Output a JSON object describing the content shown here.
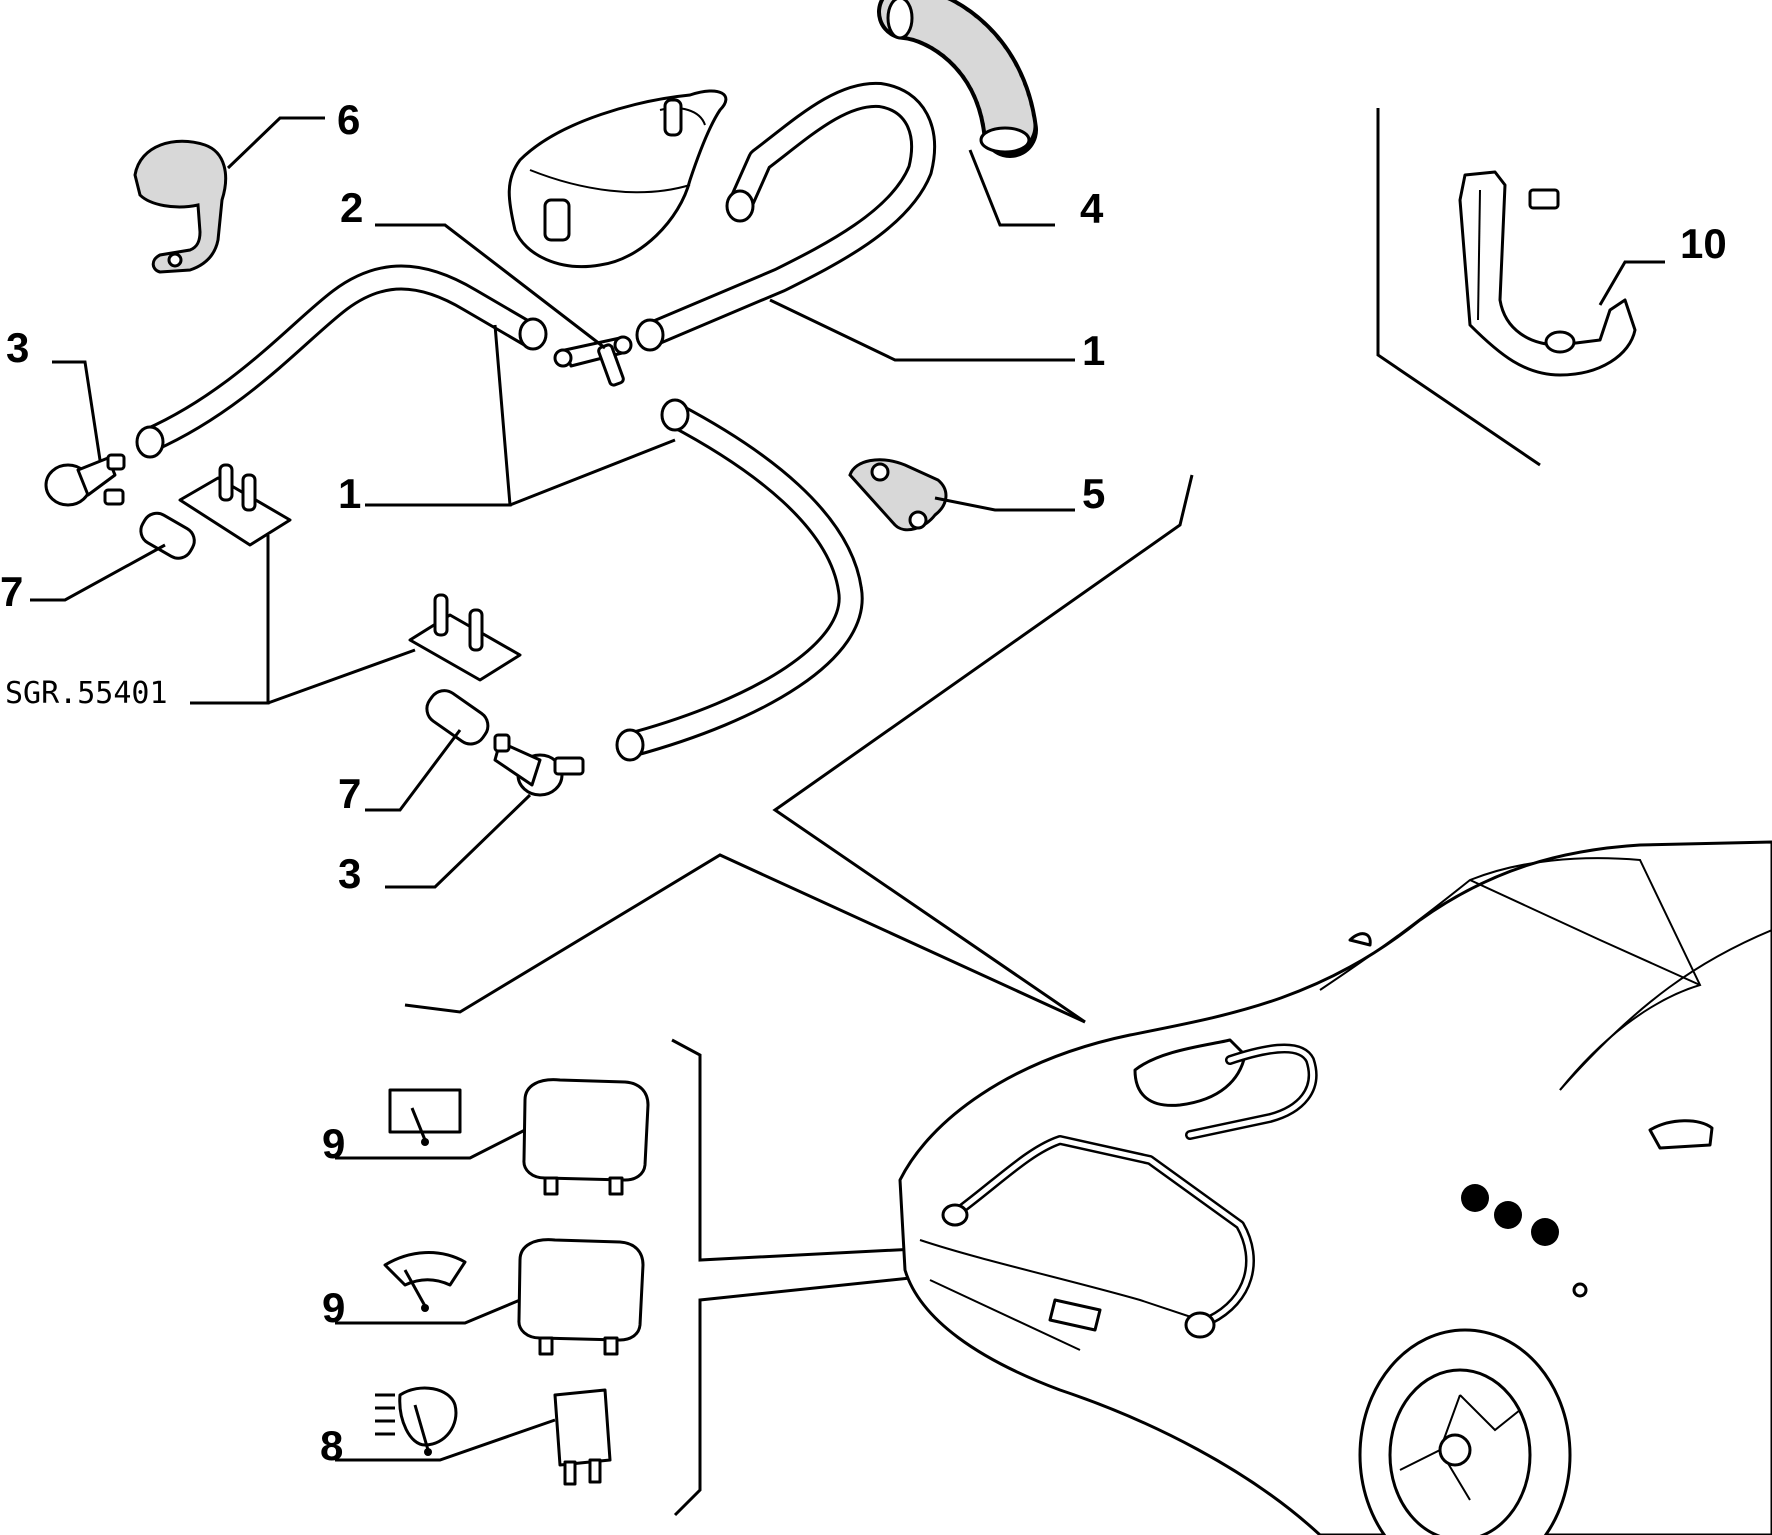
{
  "diagram": {
    "callouts": {
      "hose_top_right": "1",
      "hose_left_pair": "1",
      "t_connector": "2",
      "nozzle_upper": "3",
      "nozzle_lower": "3",
      "corrugated_hose": "4",
      "clip": "5",
      "bracket_clip": "6",
      "sleeve_upper": "7",
      "sleeve_lower": "7",
      "relay_small": "8",
      "relay_wiper": "9",
      "relay_washer": "9",
      "bracket_right": "10"
    },
    "group_code": "SGR.55401"
  }
}
